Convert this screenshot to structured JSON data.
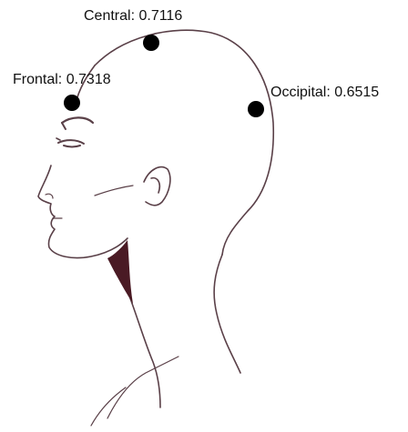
{
  "colors": {
    "outline": "#5a4048",
    "neck_shadow": "#4a1a24",
    "marker": "#000000",
    "text": "#111111"
  },
  "regions": [
    {
      "id": "central",
      "label": "Central: 0.7116",
      "value": 0.7116
    },
    {
      "id": "frontal",
      "label": "Frontal: 0.7318",
      "value": 0.7318
    },
    {
      "id": "occipital",
      "label": "Occipital: 0.6515",
      "value": 0.6515
    }
  ]
}
